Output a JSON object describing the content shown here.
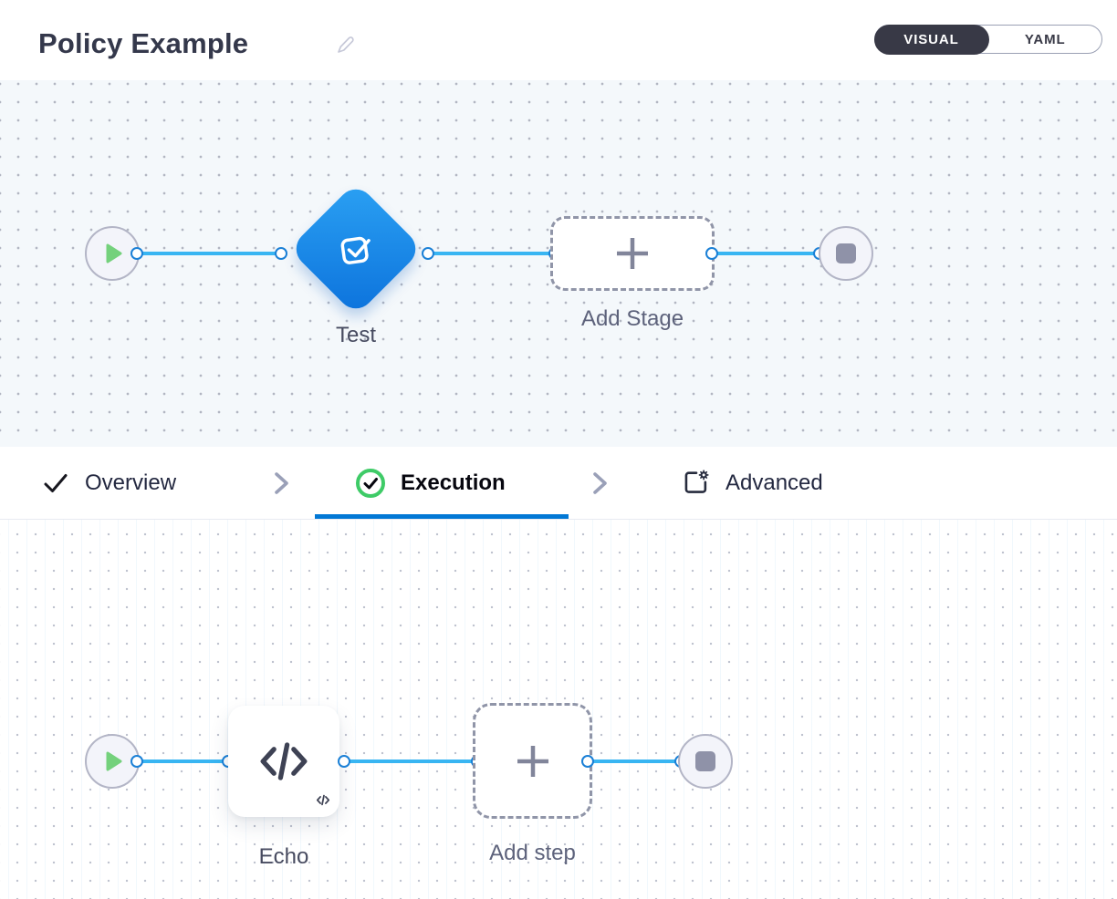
{
  "header": {
    "title": "Policy Example",
    "view_toggle": {
      "visual_label": "VISUAL",
      "yaml_label": "YAML",
      "selected": "VISUAL"
    }
  },
  "pipeline": {
    "stage": {
      "name": "Test",
      "type": "approval-stage"
    },
    "add_stage_label": "Add Stage"
  },
  "tabs": {
    "items": [
      {
        "label": "Overview",
        "state": "complete"
      },
      {
        "label": "Execution",
        "state": "active"
      },
      {
        "label": "Advanced",
        "state": "default"
      }
    ]
  },
  "execution": {
    "step": {
      "name": "Echo",
      "type": "shell-script"
    },
    "add_step_label": "Add step"
  },
  "colors": {
    "accent_blue": "#0278d5",
    "connector_blue": "#38b5f2",
    "stage_gradient_start": "#2ba1f3",
    "stage_gradient_end": "#0c72dc",
    "success_green": "#3ecb67",
    "play_green": "#74d17c",
    "toggle_dark": "#383946",
    "canvas_top_bg": "#f4f8fb"
  }
}
